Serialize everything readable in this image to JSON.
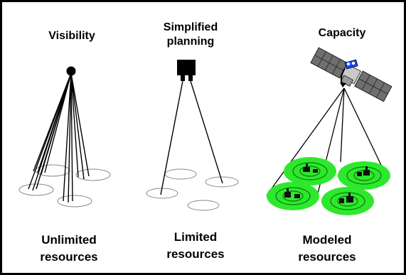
{
  "panels": [
    {
      "title_lines": [
        "Visibility"
      ],
      "caption_lines": [
        "Unlimited",
        "resources"
      ]
    },
    {
      "title_lines": [
        "Simplified",
        "planning"
      ],
      "caption_lines": [
        "Limited",
        "resources"
      ]
    },
    {
      "title_lines": [
        "Capacity"
      ],
      "caption_lines": [
        "Modeled",
        "resources"
      ]
    }
  ],
  "icons": {
    "panel1": "ball-sensor-icon",
    "panel2": "camera-sensor-icon",
    "panel3": "satellite-icon",
    "resource": "vehicle-icon"
  },
  "colors": {
    "border": "#000000",
    "zone_fill": "#22dd22",
    "zone_ring_dark": "#0a7a0a",
    "satellite_panel": "#6f6f6f",
    "satellite_body": "#c9c9c9",
    "antenna": "#1a44ff"
  }
}
